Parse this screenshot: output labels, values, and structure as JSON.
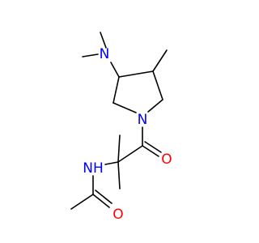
{
  "molecule": {
    "atoms": {
      "n_dimethylamino": {
        "symbol": "N",
        "color": "#0000ff"
      },
      "n_ring": {
        "symbol": "N",
        "color": "#0000ff"
      },
      "o_carbonyl_upper": {
        "symbol": "O",
        "color": "#ff0000"
      },
      "nh_amide": {
        "symbol": "NH",
        "color": "#0000ff"
      },
      "o_carbonyl_lower": {
        "symbol": "O",
        "color": "#ff0000"
      }
    },
    "bond_color": "#000000",
    "background": "#ffffff"
  }
}
